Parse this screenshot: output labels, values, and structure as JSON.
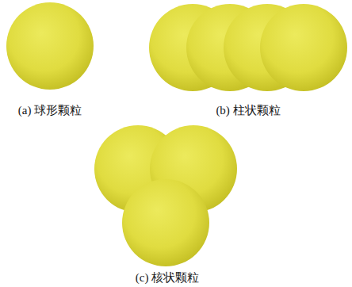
{
  "diagram": {
    "labels": [
      "(a) 球形颗粒",
      "(b) 柱状颗粒",
      "(c) 核状颗粒"
    ]
  }
}
